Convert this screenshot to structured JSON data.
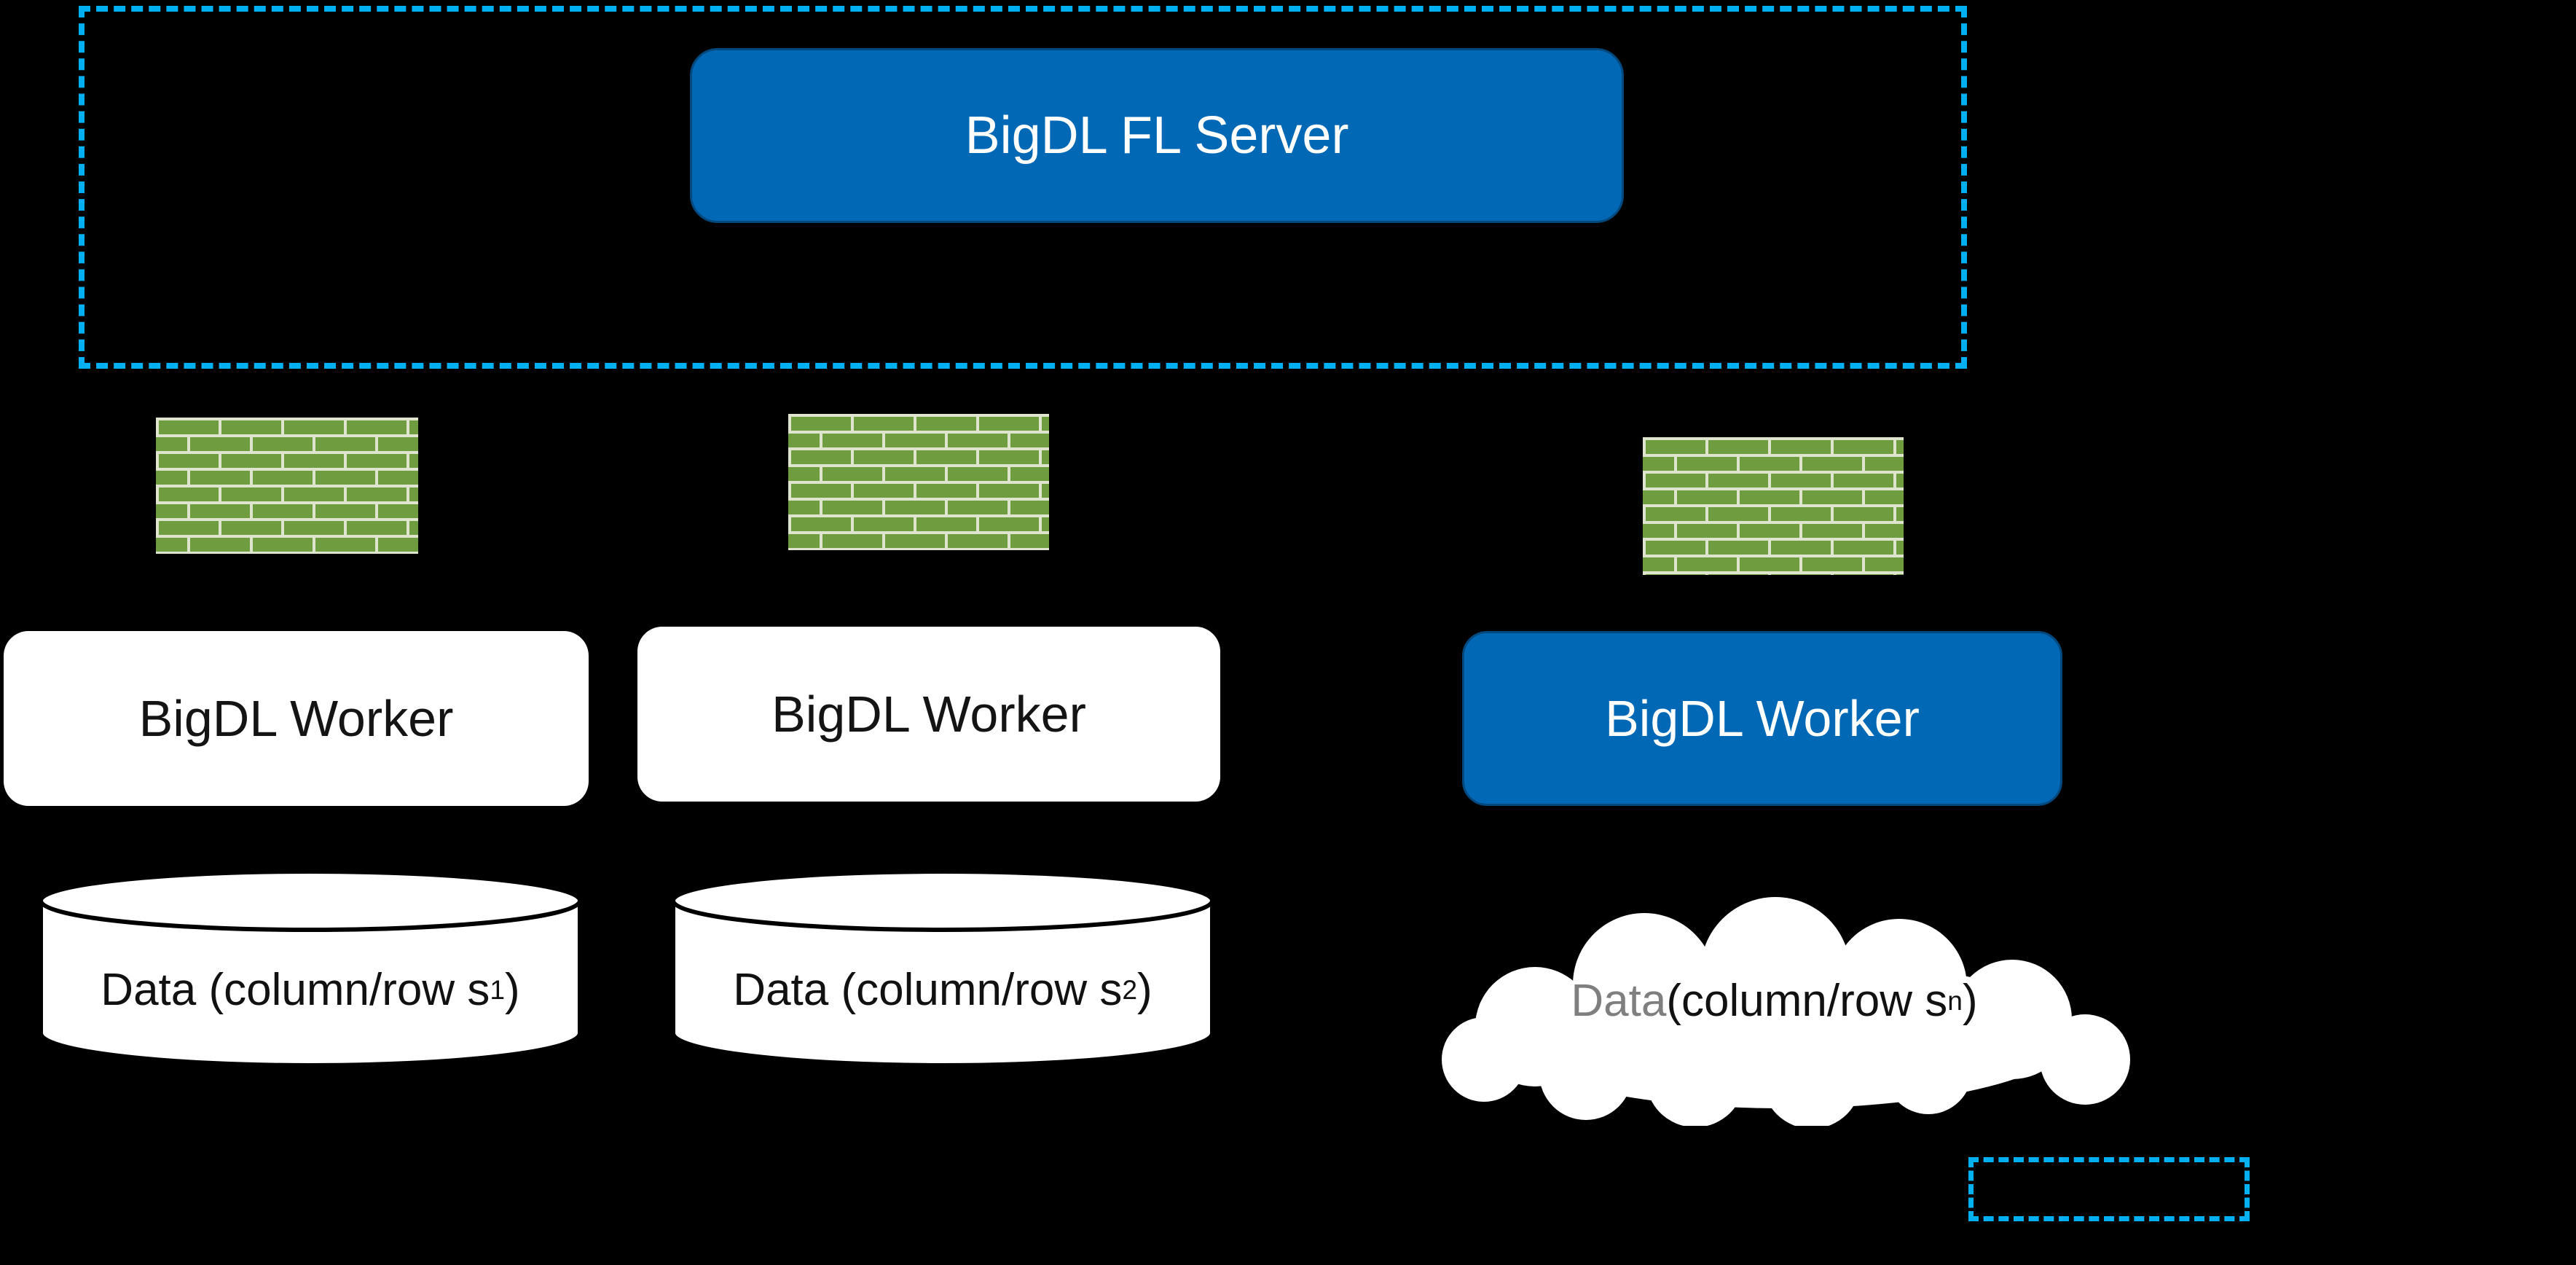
{
  "diagram": {
    "server": {
      "label": "BigDL FL Server"
    },
    "workers": [
      {
        "label": "BigDL Worker",
        "variant": "white"
      },
      {
        "label": "BigDL Worker",
        "variant": "white"
      },
      {
        "label": "BigDL Worker",
        "variant": "blue"
      }
    ],
    "datastores": [
      {
        "kind": "cylinder",
        "prefix": "Data (column/row s",
        "subscript": "1",
        "suffix": ")"
      },
      {
        "kind": "cylinder",
        "prefix": "Data (column/row s",
        "subscript": "2",
        "suffix": ")"
      },
      {
        "kind": "cloud",
        "word": "Data",
        "rest_prefix": " (column/row s",
        "subscript": "n",
        "suffix": ")"
      }
    ],
    "icons": [
      {
        "name": "firewall-icon"
      },
      {
        "name": "firewall-icon"
      },
      {
        "name": "firewall-icon"
      }
    ],
    "colors": {
      "background": "#000000",
      "node_blue": "#0068b5",
      "zone_dash_blue": "#00b0f0",
      "brick_green": "#6f9c3e",
      "brick_mortar": "#dfe4cf",
      "cloud_data_word_gray": "#7f7f7f"
    }
  }
}
